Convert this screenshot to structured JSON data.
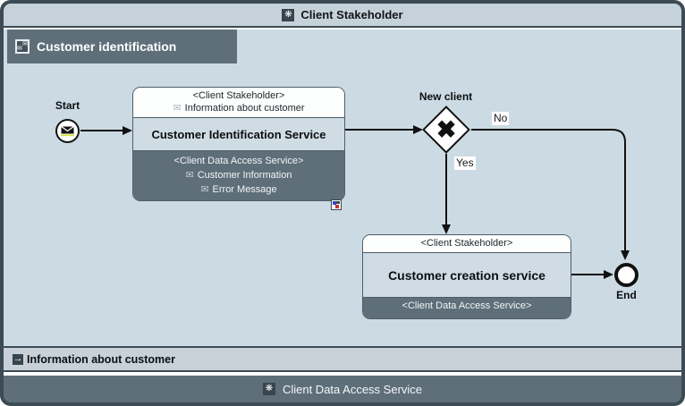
{
  "pool_header": {
    "title": "Client Stakeholder"
  },
  "lane_tab": {
    "title": "Customer identification"
  },
  "nodes": {
    "start": {
      "label": "Start"
    },
    "task1": {
      "stereotype": "<Client Stakeholder>",
      "input": "Information about customer",
      "title": "Customer Identification Service",
      "provider_stereotype": "<Client Data Access Service>",
      "outputs": [
        "Customer Information",
        "Error Message"
      ]
    },
    "gateway": {
      "label": "New client"
    },
    "task2": {
      "stereotype": "<Client Stakeholder>",
      "title": "Customer creation service",
      "provider_stereotype": "<Client Data Access Service>"
    },
    "end": {
      "label": "End"
    }
  },
  "edges": {
    "no": "No",
    "yes": "Yes"
  },
  "info_band": {
    "label": "Information about customer"
  },
  "bottom_pool": {
    "title": "Client Data Access Service"
  },
  "icons": {
    "participant_glyph": "❋",
    "envelope_glyph": "✉",
    "gateway_x_glyph": "✖",
    "data_arrow_glyph": "→"
  },
  "colors": {
    "canvas": "#ccdbe3",
    "dark_slate": "#5e6f7a",
    "band_light": "#c6d2d9",
    "frame_border": "#3c4b54"
  }
}
